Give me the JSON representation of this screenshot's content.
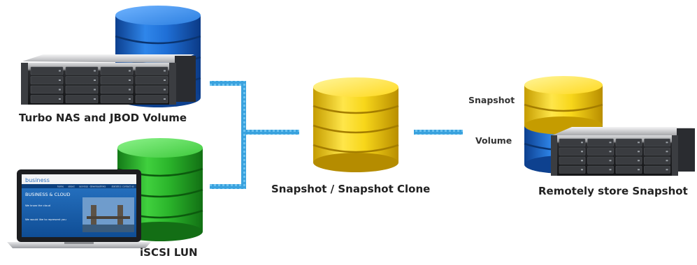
{
  "labels": {
    "turbo_nas": "Turbo NAS and JBOD Volume",
    "iscsi_lun": "iSCSI LUN",
    "snapshot_clone": "Snapshot / Snapshot Clone",
    "remote_store": "Remotely store Snapshot",
    "snapshot": "Snapshot",
    "volume": "Volume"
  },
  "laptop_screen": {
    "brand": "business",
    "headline": "BUSINESS & CLOUD",
    "nav": [
      "home",
      "about",
      "services",
      "download",
      "links",
      "statistics",
      "contact us"
    ],
    "para1_title": "We know the cloud",
    "para2_title": "We would like to represent you"
  },
  "colors": {
    "blue_volume": "#1e64c8",
    "green_lun": "#2bb02b",
    "yellow_snapshot": "#f2cf00",
    "connector": "#3aa2de"
  }
}
